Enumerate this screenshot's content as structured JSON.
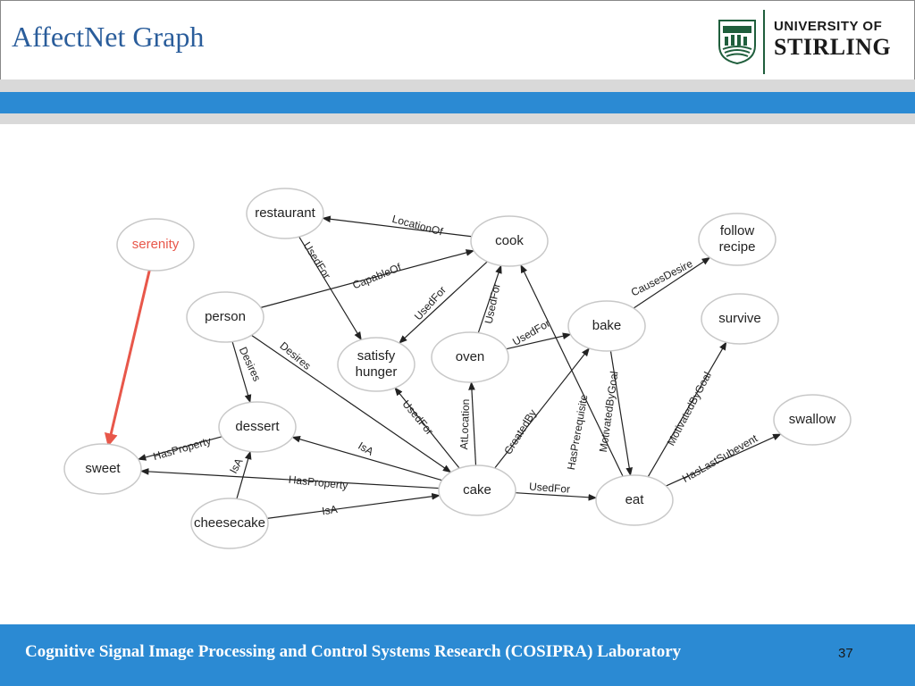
{
  "slide": {
    "title": "AffectNet Graph",
    "page_number": "37"
  },
  "logo": {
    "line1": "UNIVERSITY OF",
    "line2": "STIRLING"
  },
  "footer": {
    "text": "Cognitive Signal Image Processing and Control Systems Research (COSIPRA) Laboratory"
  },
  "colors": {
    "title": "#2a5d9b",
    "band_blue": "#2b8ad3",
    "band_grey": "#d9d9d9",
    "highlight": "#e8574a",
    "logo_green": "#1f5e3c"
  },
  "diagram": {
    "nodes": [
      {
        "id": "restaurant",
        "lines": [
          "restaurant"
        ]
      },
      {
        "id": "cook",
        "lines": [
          "cook"
        ]
      },
      {
        "id": "follow_recipe",
        "lines": [
          "follow",
          "recipe"
        ]
      },
      {
        "id": "serenity",
        "lines": [
          "serenity"
        ],
        "highlight": true
      },
      {
        "id": "person",
        "lines": [
          "person"
        ]
      },
      {
        "id": "satisfy_hunger",
        "lines": [
          "satisfy",
          "hunger"
        ]
      },
      {
        "id": "oven",
        "lines": [
          "oven"
        ]
      },
      {
        "id": "bake",
        "lines": [
          "bake"
        ]
      },
      {
        "id": "survive",
        "lines": [
          "survive"
        ]
      },
      {
        "id": "dessert",
        "lines": [
          "dessert"
        ]
      },
      {
        "id": "swallow",
        "lines": [
          "swallow"
        ]
      },
      {
        "id": "sweet",
        "lines": [
          "sweet"
        ]
      },
      {
        "id": "cake",
        "lines": [
          "cake"
        ]
      },
      {
        "id": "eat",
        "lines": [
          "eat"
        ]
      },
      {
        "id": "cheesecake",
        "lines": [
          "cheesecake"
        ]
      }
    ],
    "edges": [
      {
        "from": "cook",
        "to": "restaurant",
        "label": "LocationOf"
      },
      {
        "from": "restaurant",
        "to": "satisfy_hunger",
        "label": "UsedFor"
      },
      {
        "from": "person",
        "to": "cook",
        "label": "CapableOf"
      },
      {
        "from": "cook",
        "to": "satisfy_hunger",
        "label": "UsedFor"
      },
      {
        "from": "oven",
        "to": "cook",
        "label": "UsedFor"
      },
      {
        "from": "oven",
        "to": "bake",
        "label": "UsedFor"
      },
      {
        "from": "bake",
        "to": "follow_recipe",
        "label": "CausesDesire"
      },
      {
        "from": "person",
        "to": "dessert",
        "label": "Desires"
      },
      {
        "from": "person",
        "to": "cake",
        "label": "Desires"
      },
      {
        "from": "cake",
        "to": "satisfy_hunger",
        "label": "UsedFor"
      },
      {
        "from": "cake",
        "to": "oven",
        "label": "AtLocation"
      },
      {
        "from": "cake",
        "to": "bake",
        "label": "CreatedBy"
      },
      {
        "from": "eat",
        "to": "cook",
        "label": "HasPrerequisite"
      },
      {
        "from": "bake",
        "to": "eat",
        "label": "MotivatedByGoal"
      },
      {
        "from": "eat",
        "to": "survive",
        "label": "MotivatedByGoal"
      },
      {
        "from": "eat",
        "to": "swallow",
        "label": "HasLastSubevent"
      },
      {
        "from": "cake",
        "to": "dessert",
        "label": "IsA"
      },
      {
        "from": "dessert",
        "to": "sweet",
        "label": "HasProperty"
      },
      {
        "from": "cheesecake",
        "to": "dessert",
        "label": "IsA"
      },
      {
        "from": "cake",
        "to": "sweet",
        "label": "HasProperty"
      },
      {
        "from": "cheesecake",
        "to": "cake",
        "label": "IsA"
      },
      {
        "from": "cake",
        "to": "eat",
        "label": "UsedFor"
      },
      {
        "from": "serenity",
        "to": "sweet",
        "label": "",
        "highlight": true
      }
    ]
  }
}
